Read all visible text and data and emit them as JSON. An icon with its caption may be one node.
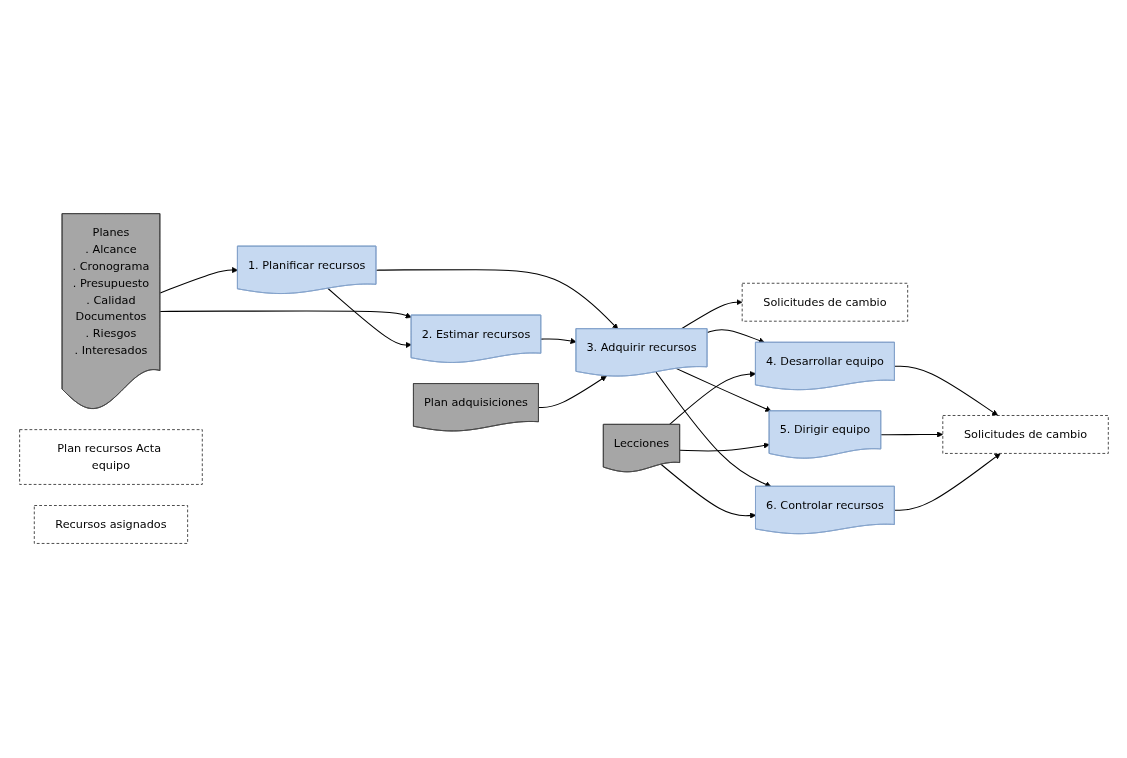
{
  "diagram": {
    "nodes": [
      {
        "text": [
          "Planes",
          ". Alcance",
          ". Cronograma",
          ". Presupuesto",
          ". Calidad",
          "Documentos",
          ". Riesgos",
          ". Interesados"
        ]
      },
      {
        "text": [
          "1. Planificar recursos"
        ]
      },
      {
        "text": [
          "Plan adquisiciones"
        ]
      },
      {
        "text": [
          "Plan recursos Acta equipo"
        ]
      },
      {
        "text": [
          "3. Adquirir recursos"
        ]
      },
      {
        "text": [
          "Solicitudes de cambio"
        ]
      },
      {
        "text": [
          "2. Estimar recursos"
        ]
      },
      {
        "text": [
          "Recursos asignados"
        ]
      },
      {
        "text": [
          "Lecciones"
        ]
      },
      {
        "text": [
          "4. Desarrollar equipo"
        ]
      },
      {
        "text": [
          "5. Dirigir equipo"
        ]
      },
      {
        "text": [
          "6. Controlar recursos"
        ]
      },
      {
        "text": [
          "Solicitudes de cambio"
        ]
      }
    ],
    "edges": [
      {
        "from": 0,
        "to": 1,
        "arrow": "to"
      },
      {
        "from": 0,
        "to": 6,
        "arrow": "to"
      },
      {
        "from": 1,
        "to": 6,
        "arrow": "to"
      },
      {
        "from": 1,
        "to": 4,
        "arrow": "to"
      },
      {
        "from": 6,
        "to": 4,
        "arrow": "to"
      },
      {
        "from": 2,
        "to": 4,
        "arrow": "to"
      },
      {
        "from": 4,
        "to": 5,
        "arrow": "to"
      },
      {
        "from": 4,
        "to": 9,
        "arrow": "to"
      },
      {
        "from": 4,
        "to": 10,
        "arrow": "to"
      },
      {
        "from": 4,
        "to": 11,
        "arrow": "to"
      },
      {
        "from": 8,
        "to": 9,
        "arrow": "to"
      },
      {
        "from": 8,
        "to": 10,
        "arrow": "to"
      },
      {
        "from": 8,
        "to": 11,
        "arrow": "to"
      },
      {
        "from": 9,
        "to": 12,
        "arrow": "to"
      },
      {
        "from": 10,
        "to": 12,
        "arrow": "to"
      },
      {
        "from": 11,
        "to": 12,
        "arrow": "to"
      }
    ]
  }
}
